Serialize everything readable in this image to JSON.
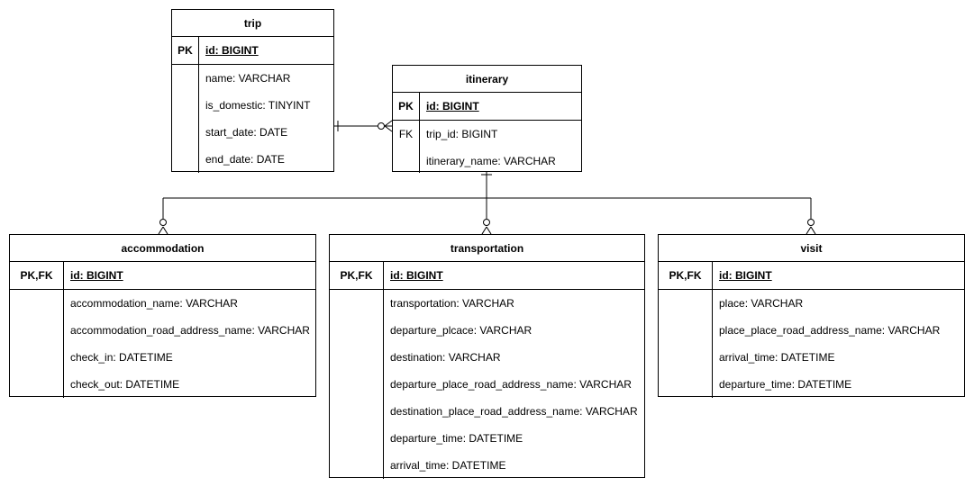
{
  "entities": {
    "trip": {
      "name": "trip",
      "pk_label": "PK",
      "pk_field": "id: BIGINT",
      "fields": [
        "name: VARCHAR",
        "is_domestic: TINYINT",
        "start_date: DATE",
        "end_date: DATE"
      ]
    },
    "itinerary": {
      "name": "itinerary",
      "pk_label": "PK",
      "pk_field": "id: BIGINT",
      "fk_label": "FK",
      "fields": [
        "trip_id: BIGINT",
        "itinerary_name: VARCHAR"
      ]
    },
    "accommodation": {
      "name": "accommodation",
      "pk_label": "PK,FK",
      "pk_field": "id: BIGINT",
      "fields": [
        "accommodation_name: VARCHAR",
        "accommodation_road_address_name: VARCHAR",
        "check_in: DATETIME",
        "check_out: DATETIME"
      ]
    },
    "transportation": {
      "name": "transportation",
      "pk_label": "PK,FK",
      "pk_field": "id: BIGINT",
      "fields": [
        "transportation: VARCHAR",
        "departure_plcace: VARCHAR",
        "destination: VARCHAR",
        "departure_place_road_address_name: VARCHAR",
        "destination_place_road_address_name: VARCHAR",
        "departure_time: DATETIME",
        "arrival_time: DATETIME"
      ]
    },
    "visit": {
      "name": "visit",
      "pk_label": "PK,FK",
      "pk_field": "id: BIGINT",
      "fields": [
        "place: VARCHAR",
        "place_place_road_address_name: VARCHAR",
        "arrival_time: DATETIME",
        "departure_time: DATETIME"
      ]
    }
  },
  "colors": {
    "stroke": "#000000",
    "background": "#ffffff"
  }
}
